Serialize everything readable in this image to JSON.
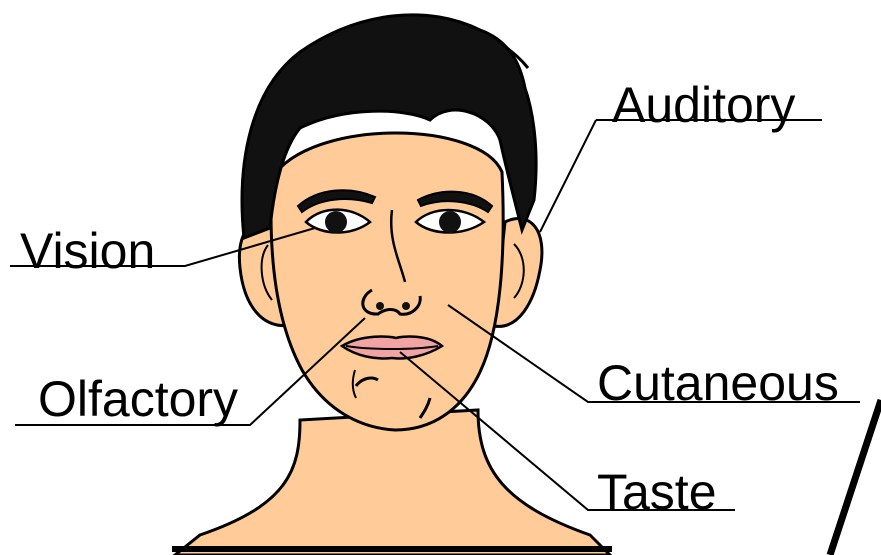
{
  "labels": {
    "auditory": "Auditory",
    "vision": "Vision",
    "olfactory": "Olfactory",
    "cutaneous": "Cutaneous",
    "taste": "Taste"
  },
  "colors": {
    "skin": "#ffcc99",
    "hair": "#111111",
    "lips": "#f2a3a3",
    "outline": "#000000",
    "background": "#ffffff"
  }
}
